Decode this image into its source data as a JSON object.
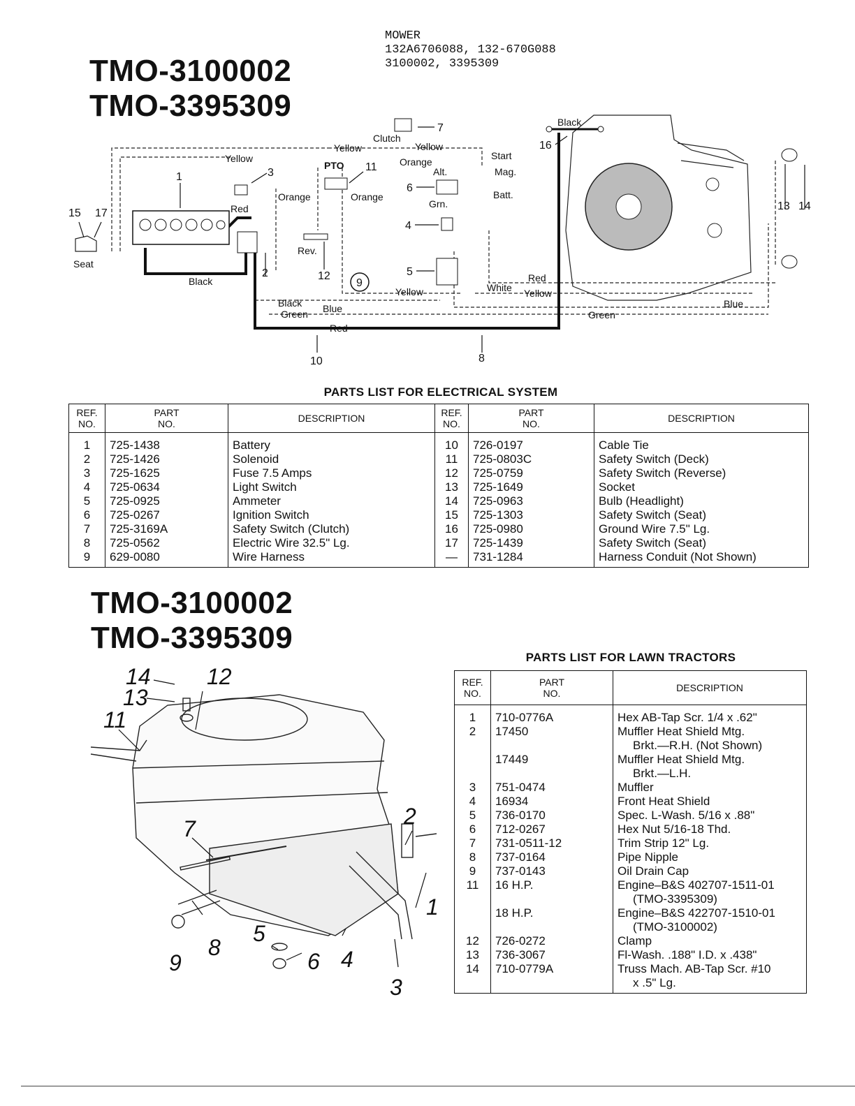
{
  "header": {
    "model_titles": [
      "TMO-3100002",
      "TMO-3395309"
    ],
    "model_info": [
      "MOWER",
      "132A6706088, 132-670G088",
      "3100002, 3395309"
    ]
  },
  "wiring_diagram": {
    "labels": {
      "seat": "Seat",
      "black": "Black",
      "red": "Red",
      "yellow": "Yellow",
      "orange": "Orange",
      "pto": "PTO",
      "clutch": "Clutch",
      "start": "Start",
      "alt": "Alt.",
      "mag": "Mag.",
      "batt": "Batt.",
      "grn": "Grn.",
      "rev": "Rev.",
      "white": "White",
      "blue": "Blue",
      "green": "Green"
    },
    "callouts": [
      "1",
      "2",
      "3",
      "4",
      "5",
      "6",
      "7",
      "8",
      "9",
      "10",
      "11",
      "12",
      "13",
      "14",
      "15",
      "16",
      "17"
    ]
  },
  "electrical_parts": {
    "title": "PARTS LIST FOR ELECTRICAL SYSTEM",
    "headers": {
      "ref": [
        "REF.",
        "NO."
      ],
      "part": [
        "PART",
        "NO."
      ],
      "desc": "DESCRIPTION"
    },
    "left": [
      {
        "ref": "1",
        "part": "725-1438",
        "desc": "Battery"
      },
      {
        "ref": "2",
        "part": "725-1426",
        "desc": "Solenoid"
      },
      {
        "ref": "3",
        "part": "725-1625",
        "desc": "Fuse 7.5 Amps"
      },
      {
        "ref": "4",
        "part": "725-0634",
        "desc": "Light Switch"
      },
      {
        "ref": "5",
        "part": "725-0925",
        "desc": "Ammeter"
      },
      {
        "ref": "6",
        "part": "725-0267",
        "desc": "Ignition Switch"
      },
      {
        "ref": "7",
        "part": "725-3169A",
        "desc": "Safety Switch (Clutch)"
      },
      {
        "ref": "8",
        "part": "725-0562",
        "desc": "Electric Wire 32.5\" Lg."
      },
      {
        "ref": "9",
        "part": "629-0080",
        "desc": "Wire Harness"
      }
    ],
    "right": [
      {
        "ref": "10",
        "part": "726-0197",
        "desc": "Cable Tie"
      },
      {
        "ref": "11",
        "part": "725-0803C",
        "desc": "Safety Switch (Deck)"
      },
      {
        "ref": "12",
        "part": "725-0759",
        "desc": "Safety Switch (Reverse)"
      },
      {
        "ref": "13",
        "part": "725-1649",
        "desc": "Socket"
      },
      {
        "ref": "14",
        "part": "725-0963",
        "desc": "Bulb (Headlight)"
      },
      {
        "ref": "15",
        "part": "725-1303",
        "desc": "Safety Switch (Seat)"
      },
      {
        "ref": "16",
        "part": "725-0980",
        "desc": "Ground Wire 7.5\" Lg."
      },
      {
        "ref": "17",
        "part": "725-1439",
        "desc": "Safety Switch (Seat)"
      },
      {
        "ref": "—",
        "part": "731-1284",
        "desc": "Harness Conduit (Not Shown)"
      }
    ]
  },
  "tractor_parts": {
    "title": "PARTS LIST FOR LAWN TRACTORS",
    "headers": {
      "ref": [
        "REF.",
        "NO."
      ],
      "part": [
        "PART",
        "NO."
      ],
      "desc": "DESCRIPTION"
    },
    "rows": [
      {
        "ref": "1",
        "part": "710-0776A",
        "desc": [
          "Hex AB-Tap Scr. 1/4 x .62\""
        ]
      },
      {
        "ref": "2",
        "part": "17450",
        "desc": [
          "Muffler Heat Shield Mtg.",
          "Brkt.—R.H. (Not Shown)"
        ]
      },
      {
        "ref": "",
        "part": "17449",
        "desc": [
          "Muffler Heat Shield Mtg.",
          "Brkt.—L.H."
        ]
      },
      {
        "ref": "3",
        "part": "751-0474",
        "desc": [
          "Muffler"
        ]
      },
      {
        "ref": "4",
        "part": "16934",
        "desc": [
          "Front Heat Shield"
        ]
      },
      {
        "ref": "5",
        "part": "736-0170",
        "desc": [
          "Spec. L-Wash. 5/16 x .88\""
        ]
      },
      {
        "ref": "6",
        "part": "712-0267",
        "desc": [
          "Hex Nut 5/16-18 Thd."
        ]
      },
      {
        "ref": "7",
        "part": "731-0511-12",
        "desc": [
          "Trim Strip 12\" Lg."
        ]
      },
      {
        "ref": "8",
        "part": "737-0164",
        "desc": [
          "Pipe Nipple"
        ]
      },
      {
        "ref": "9",
        "part": "737-0143",
        "desc": [
          "Oil Drain Cap"
        ]
      },
      {
        "ref": "11",
        "part": "16 H.P.",
        "desc": [
          "Engine–B&S 402707-1511-01",
          "(TMO-3395309)"
        ]
      },
      {
        "ref": "",
        "part": "18 H.P.",
        "desc": [
          "Engine–B&S 422707-1510-01",
          "(TMO-3100002)"
        ]
      },
      {
        "ref": "12",
        "part": "726-0272",
        "desc": [
          "Clamp"
        ]
      },
      {
        "ref": "13",
        "part": "736-3067",
        "desc": [
          "Fl-Wash. .188\" I.D. x .438\""
        ]
      },
      {
        "ref": "14",
        "part": "710-0779A",
        "desc": [
          "Truss Mach. AB-Tap Scr. #10",
          "x .5\" Lg."
        ]
      }
    ]
  },
  "engine_callouts": [
    "1",
    "2",
    "3",
    "4",
    "5",
    "6",
    "7",
    "8",
    "9",
    "11",
    "12",
    "13",
    "14"
  ]
}
